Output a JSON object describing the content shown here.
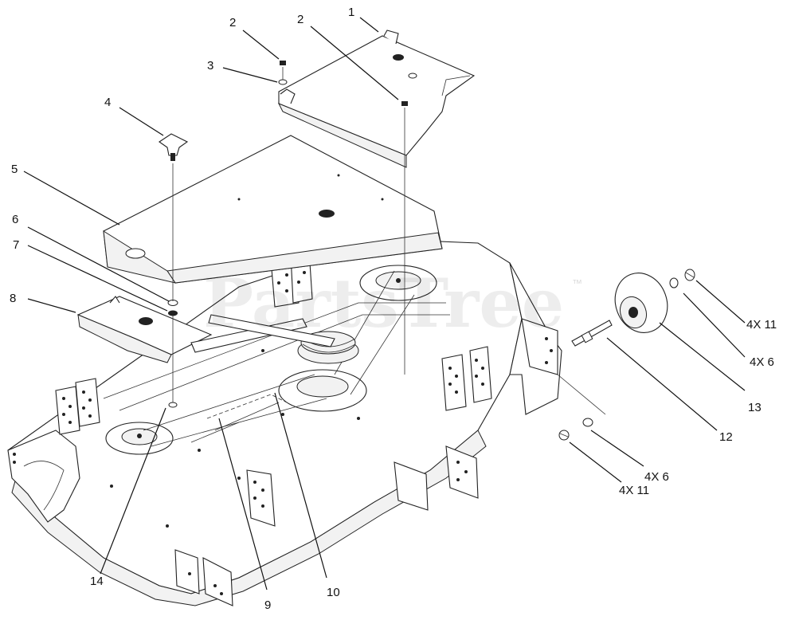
{
  "watermark": {
    "text": "PartsTree",
    "trademark": "™"
  },
  "callouts": {
    "c1": "1",
    "c2a": "2",
    "c2b": "2",
    "c3": "3",
    "c4": "4",
    "c5": "5",
    "c6": "6",
    "c7": "7",
    "c8": "8",
    "c9": "9",
    "c10": "10",
    "c12": "12",
    "c13": "13",
    "c14": "14",
    "q11a": "4X 11",
    "q6a": "4X 6",
    "q6b": "4X 6",
    "q11b": "4X 11"
  }
}
